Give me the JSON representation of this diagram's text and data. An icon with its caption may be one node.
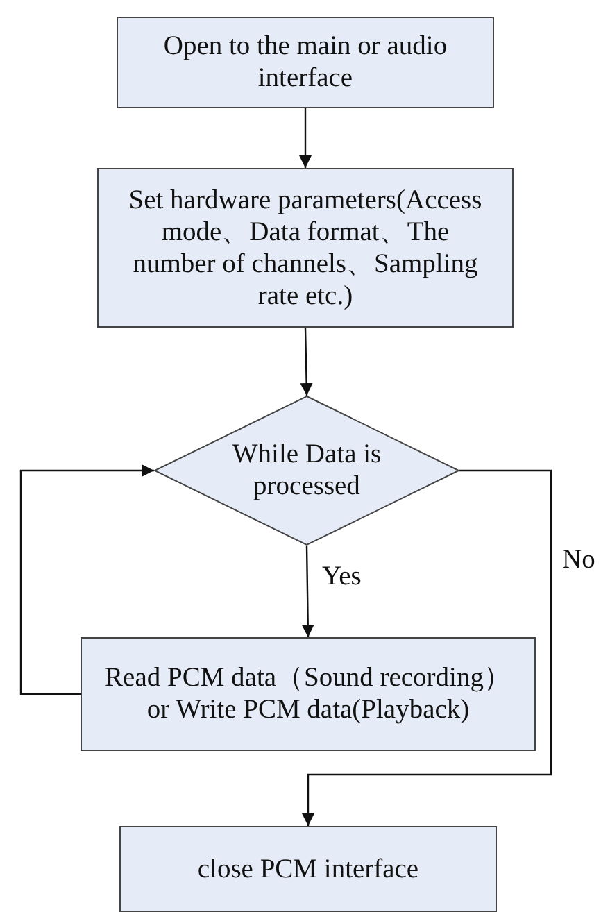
{
  "diagram": {
    "nodes": [
      {
        "text": [
          "Open to the main or audio interface"
        ]
      },
      {
        "text": [
          "Set hardware parameters(Access mode、Data format、The number of channels、Sampling rate etc.)"
        ]
      },
      {
        "text": [
          "While Data is processed"
        ]
      },
      {
        "text": [
          "Read PCM data（Sound recording）or Write PCM data(Playback)"
        ]
      },
      {
        "text": [
          "close PCM interface"
        ]
      }
    ],
    "edges": [
      {
        "from": 0,
        "to": 1,
        "arrow": "to"
      },
      {
        "from": 1,
        "to": 2,
        "arrow": "to"
      },
      {
        "from": 2,
        "to": 3,
        "arrow": "to",
        "label": "Yes"
      },
      {
        "from": 3,
        "to": 2,
        "arrow": "to"
      },
      {
        "from": 2,
        "to": 4,
        "arrow": "to",
        "label": "No"
      }
    ]
  }
}
